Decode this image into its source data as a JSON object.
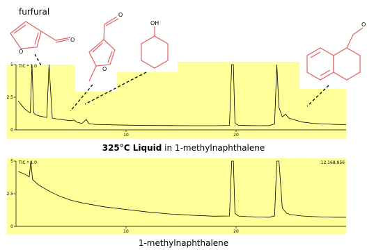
{
  "labels": {
    "furfural": "furfural",
    "caption_top_bold": "325°C Liquid",
    "caption_top_rest": " in 1-methylnaphthalene",
    "caption_bottom": "1-methylnaphthalene"
  },
  "colors": {
    "plot_bg": "#ffff99",
    "trace": "#000000",
    "structure": "#e06060",
    "leader": "#000000"
  },
  "chart_data": [
    {
      "type": "line",
      "panel": "top",
      "corner_text": "TIC * 1.0",
      "xlim": [
        0,
        30
      ],
      "ylim": [
        0,
        5
      ],
      "x_ticks": [
        10,
        20
      ],
      "y_ticks": [
        0,
        2.5,
        5
      ],
      "x_tick_labels": [
        "10",
        "20"
      ],
      "y_tick_labels": [
        "0",
        "2.5",
        "5"
      ],
      "series": [
        {
          "x": [
            0.2,
            0.8,
            1.1,
            1.3,
            1.45,
            1.6,
            1.8,
            2.2,
            2.8,
            3.0,
            3.3,
            3.6,
            4.0,
            5.0,
            5.3,
            5.5,
            5.7,
            6.0,
            6.4,
            6.6,
            6.8,
            7.2,
            8.0,
            10,
            12,
            14,
            16,
            18,
            19.4,
            19.6,
            19.75,
            19.9,
            20.2,
            21,
            22,
            23,
            23.5,
            23.7,
            23.9,
            24.2,
            24.5,
            24.8,
            25.2,
            25.6,
            26,
            27,
            28,
            29,
            30
          ],
          "y": [
            2.2,
            1.6,
            1.4,
            1.3,
            5.0,
            1.3,
            1.15,
            1.05,
            0.95,
            5.0,
            0.9,
            0.85,
            0.8,
            0.7,
            0.75,
            0.6,
            0.55,
            0.5,
            0.8,
            0.5,
            0.45,
            0.42,
            0.4,
            0.36,
            0.34,
            0.33,
            0.32,
            0.32,
            0.34,
            5.0,
            5.0,
            0.5,
            0.35,
            0.33,
            0.32,
            0.33,
            0.45,
            5.0,
            1.7,
            1.0,
            1.2,
            0.9,
            0.8,
            0.7,
            0.6,
            0.5,
            0.45,
            0.42,
            0.4
          ]
        }
      ]
    },
    {
      "type": "line",
      "panel": "bottom",
      "corner_text": "TIC * 1.0",
      "corner_right_text": "12,168,956",
      "xlim": [
        0,
        30
      ],
      "ylim": [
        0,
        5
      ],
      "x_ticks": [
        10,
        20
      ],
      "y_ticks": [
        0,
        2.5,
        5
      ],
      "x_tick_labels": [
        "10",
        "20"
      ],
      "y_tick_labels": [
        "0",
        "2.5",
        "5"
      ],
      "series": [
        {
          "x": [
            0.2,
            0.8,
            1.2,
            1.35,
            1.5,
            2.0,
            3.0,
            4.0,
            5.0,
            6.0,
            8.0,
            10,
            12,
            14,
            16,
            18,
            19.4,
            19.6,
            19.75,
            19.9,
            20.2,
            21,
            22,
            23,
            23.5,
            23.7,
            23.9,
            24.2,
            24.6,
            25,
            26,
            27,
            28,
            29,
            30
          ],
          "y": [
            4.2,
            4.0,
            3.8,
            5.0,
            3.6,
            3.2,
            2.7,
            2.3,
            2.0,
            1.8,
            1.5,
            1.3,
            1.1,
            0.95,
            0.85,
            0.78,
            0.8,
            5.0,
            5.0,
            1.0,
            0.8,
            0.75,
            0.72,
            0.7,
            0.8,
            5.0,
            5.0,
            1.4,
            1.0,
            0.9,
            0.8,
            0.75,
            0.72,
            0.7,
            0.7
          ]
        }
      ]
    }
  ]
}
